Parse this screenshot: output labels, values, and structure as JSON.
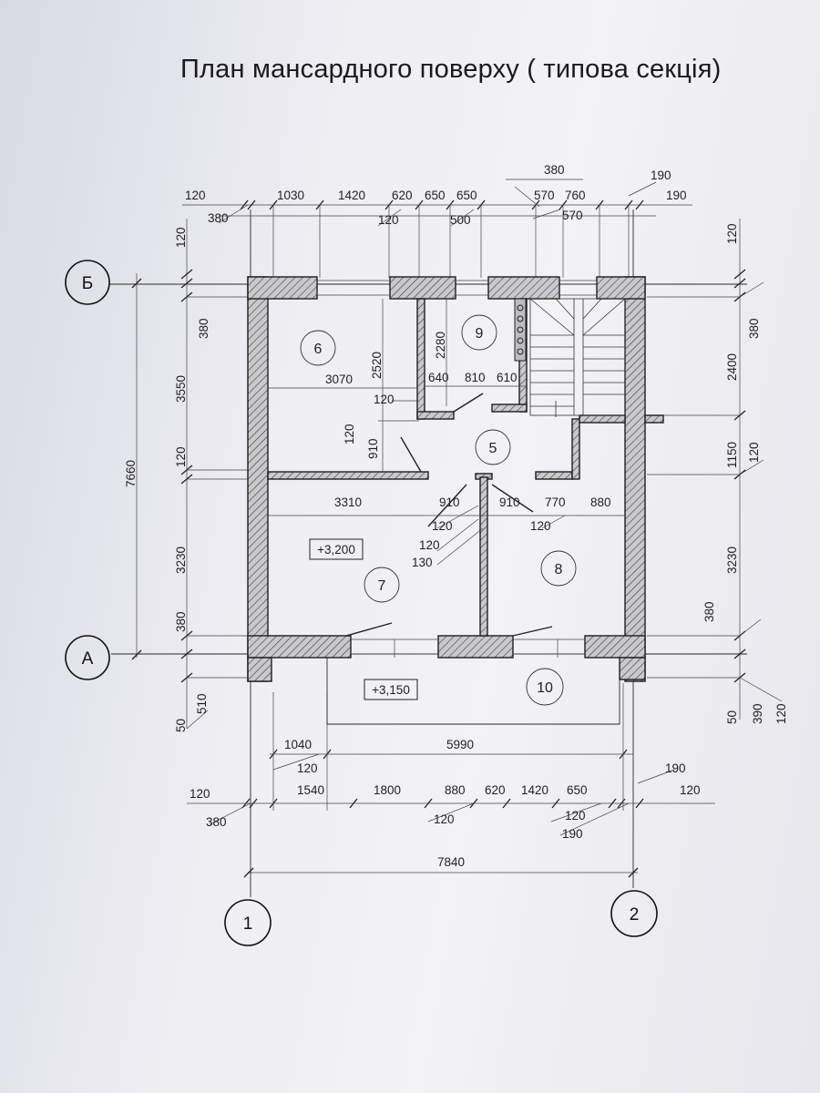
{
  "title": "План мансардного поверху ( типова секція)",
  "axes": {
    "B": "Б",
    "A": "А",
    "one": "1",
    "two": "2"
  },
  "rooms": {
    "r5": "5",
    "r6": "6",
    "r7": "7",
    "r8": "8",
    "r9": "9",
    "r10": "10"
  },
  "levels": {
    "floor": "+3,200",
    "balcony": "+3,150"
  },
  "top_dims": {
    "d120": "120",
    "d380": "380",
    "d1030": "1030",
    "d1420": "1420",
    "d620": "620",
    "d650a": "650",
    "d650b": "650",
    "d120b": "120",
    "d500": "500",
    "d380b": "380",
    "d570": "570",
    "d760": "760",
    "d570b": "570",
    "d190a": "190",
    "d190b": "190"
  },
  "left_dims": {
    "d120": "120",
    "d380": "380",
    "d3550": "3550",
    "d7660": "7660",
    "d120b": "120",
    "d3230": "3230",
    "d380b": "380",
    "d510": "510",
    "d50": "50"
  },
  "right_dims": {
    "d120": "120",
    "d380": "380",
    "d2400": "2400",
    "d1150": "1150",
    "d120b": "120",
    "d3230": "3230",
    "d380b": "380",
    "d50": "50",
    "d390": "390",
    "d120c": "120"
  },
  "inner_dims": {
    "d2520": "2520",
    "d3070": "3070",
    "d2280": "2280",
    "d640": "640",
    "d810": "810",
    "d610": "610",
    "d120a": "120",
    "d120b": "120",
    "d910a": "910",
    "d3310": "3310",
    "d910b": "910",
    "d910c": "910",
    "d770": "770",
    "d880": "880",
    "d120c": "120",
    "d120d": "120",
    "d120e": "120",
    "d130": "130"
  },
  "bottom_dims": {
    "d1040": "1040",
    "d5990": "5990",
    "d120a": "120",
    "d120b": "120",
    "d1540": "1540",
    "d1800": "1800",
    "d880": "880",
    "d620": "620",
    "d1420": "1420",
    "d650": "650",
    "d190a": "190",
    "d120c": "120",
    "d380": "380",
    "d120d": "120",
    "d120e": "120",
    "d190b": "190",
    "d7840": "7840"
  }
}
